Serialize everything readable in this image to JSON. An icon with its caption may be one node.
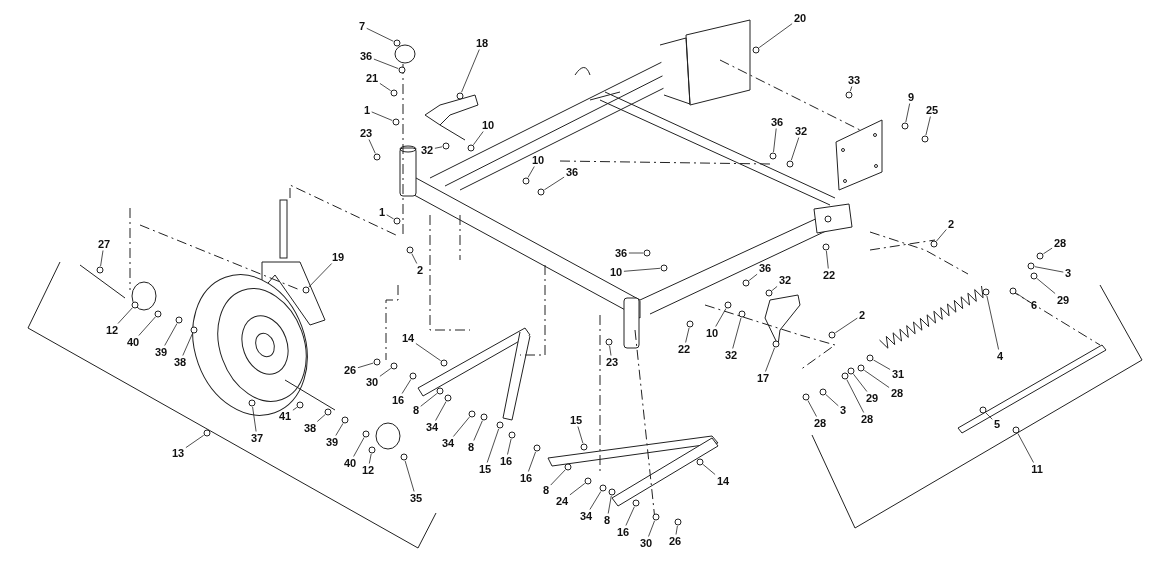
{
  "diagram": {
    "nodes": [
      {
        "text": [
          "7"
        ]
      },
      {
        "text": [
          "36"
        ]
      },
      {
        "text": [
          "21"
        ]
      },
      {
        "text": [
          "1"
        ]
      },
      {
        "text": [
          "23"
        ]
      },
      {
        "text": [
          "18"
        ]
      },
      {
        "text": [
          "32"
        ]
      },
      {
        "text": [
          "10"
        ]
      },
      {
        "text": [
          "10"
        ]
      },
      {
        "text": [
          "36"
        ]
      },
      {
        "text": [
          "1"
        ]
      },
      {
        "text": [
          "2"
        ]
      },
      {
        "text": [
          "20"
        ]
      },
      {
        "text": [
          "33"
        ]
      },
      {
        "text": [
          "9"
        ]
      },
      {
        "text": [
          "25"
        ]
      },
      {
        "text": [
          "36"
        ]
      },
      {
        "text": [
          "32"
        ]
      },
      {
        "text": [
          "2"
        ]
      },
      {
        "text": [
          "28"
        ]
      },
      {
        "text": [
          "3"
        ]
      },
      {
        "text": [
          "29"
        ]
      },
      {
        "text": [
          "6"
        ]
      },
      {
        "text": [
          "36"
        ]
      },
      {
        "text": [
          "10"
        ]
      },
      {
        "text": [
          "36"
        ]
      },
      {
        "text": [
          "32"
        ]
      },
      {
        "text": [
          "22"
        ]
      },
      {
        "text": [
          "27"
        ]
      },
      {
        "text": [
          "19"
        ]
      },
      {
        "text": [
          "12"
        ]
      },
      {
        "text": [
          "40"
        ]
      },
      {
        "text": [
          "39"
        ]
      },
      {
        "text": [
          "38"
        ]
      },
      {
        "text": [
          "37"
        ]
      },
      {
        "text": [
          "41"
        ]
      },
      {
        "text": [
          "38"
        ]
      },
      {
        "text": [
          "39"
        ]
      },
      {
        "text": [
          "40"
        ]
      },
      {
        "text": [
          "12"
        ]
      },
      {
        "text": [
          "13"
        ]
      },
      {
        "text": [
          "35"
        ]
      },
      {
        "text": [
          "26"
        ]
      },
      {
        "text": [
          "30"
        ]
      },
      {
        "text": [
          "14"
        ]
      },
      {
        "text": [
          "16"
        ]
      },
      {
        "text": [
          "8"
        ]
      },
      {
        "text": [
          "34"
        ]
      },
      {
        "text": [
          "34"
        ]
      },
      {
        "text": [
          "8"
        ]
      },
      {
        "text": [
          "15"
        ]
      },
      {
        "text": [
          "16"
        ]
      },
      {
        "text": [
          "16"
        ]
      },
      {
        "text": [
          "15"
        ]
      },
      {
        "text": [
          "8"
        ]
      },
      {
        "text": [
          "24"
        ]
      },
      {
        "text": [
          "34"
        ]
      },
      {
        "text": [
          "8"
        ]
      },
      {
        "text": [
          "16"
        ]
      },
      {
        "text": [
          "30"
        ]
      },
      {
        "text": [
          "26"
        ]
      },
      {
        "text": [
          "14"
        ]
      },
      {
        "text": [
          "23"
        ]
      },
      {
        "text": [
          "22"
        ]
      },
      {
        "text": [
          "10"
        ]
      },
      {
        "text": [
          "32"
        ]
      },
      {
        "text": [
          "17"
        ]
      },
      {
        "text": [
          "2"
        ]
      },
      {
        "text": [
          "4"
        ]
      },
      {
        "text": [
          "31"
        ]
      },
      {
        "text": [
          "28"
        ]
      },
      {
        "text": [
          "29"
        ]
      },
      {
        "text": [
          "28"
        ]
      },
      {
        "text": [
          "3"
        ]
      },
      {
        "text": [
          "28"
        ]
      },
      {
        "text": [
          "5"
        ]
      },
      {
        "text": [
          "11"
        ]
      },
      {
        "text": [],
        "shape": "circle"
      },
      {
        "text": [],
        "shape": "circle"
      },
      {
        "text": [],
        "shape": "circle"
      },
      {
        "text": [],
        "shape": "circle"
      },
      {
        "text": [],
        "shape": "circle"
      },
      {
        "text": [],
        "shape": "circle"
      },
      {
        "text": [],
        "shape": "circle"
      },
      {
        "text": [],
        "shape": "circle"
      },
      {
        "text": [],
        "shape": "circle"
      },
      {
        "text": [],
        "shape": "circle"
      },
      {
        "text": [],
        "shape": "circle"
      },
      {
        "text": [],
        "shape": "circle"
      },
      {
        "text": [],
        "shape": "circle"
      },
      {
        "text": [],
        "shape": "circle"
      },
      {
        "text": [],
        "shape": "circle"
      },
      {
        "text": [],
        "shape": "circle"
      },
      {
        "text": [],
        "shape": "circle"
      },
      {
        "text": [],
        "shape": "circle"
      },
      {
        "text": [],
        "shape": "circle"
      },
      {
        "text": [],
        "shape": "circle"
      },
      {
        "text": [],
        "shape": "circle"
      },
      {
        "text": [],
        "shape": "circle"
      },
      {
        "text": [],
        "shape": "circle"
      },
      {
        "text": [],
        "shape": "circle"
      },
      {
        "text": [],
        "shape": "circle"
      },
      {
        "text": [],
        "shape": "circle"
      },
      {
        "text": [],
        "shape": "circle"
      },
      {
        "text": [],
        "shape": "circle"
      },
      {
        "text": [],
        "shape": "circle"
      },
      {
        "text": [],
        "shape": "circle"
      },
      {
        "text": [],
        "shape": "circle"
      },
      {
        "text": [],
        "shape": "circle"
      },
      {
        "text": [],
        "shape": "circle"
      },
      {
        "text": [],
        "shape": "circle"
      },
      {
        "text": [],
        "shape": "circle"
      },
      {
        "text": [],
        "shape": "circle"
      },
      {
        "text": [],
        "shape": "circle"
      },
      {
        "text": [],
        "shape": "circle"
      },
      {
        "text": [],
        "shape": "circle"
      },
      {
        "text": [],
        "shape": "circle"
      },
      {
        "text": [],
        "shape": "circle"
      },
      {
        "text": [],
        "shape": "circle"
      },
      {
        "text": [],
        "shape": "circle"
      },
      {
        "text": [],
        "shape": "circle"
      },
      {
        "text": [],
        "shape": "circle"
      },
      {
        "text": [],
        "shape": "circle"
      },
      {
        "text": [],
        "shape": "circle"
      },
      {
        "text": [],
        "shape": "circle"
      },
      {
        "text": [],
        "shape": "circle"
      },
      {
        "text": [],
        "shape": "circle"
      },
      {
        "text": [],
        "shape": "circle"
      },
      {
        "text": [],
        "shape": "circle"
      },
      {
        "text": [],
        "shape": "circle"
      },
      {
        "text": [],
        "shape": "circle"
      },
      {
        "text": [],
        "shape": "circle"
      },
      {
        "text": [],
        "shape": "circle"
      },
      {
        "text": [],
        "shape": "circle"
      },
      {
        "text": [],
        "shape": "circle"
      },
      {
        "text": [],
        "shape": "circle"
      },
      {
        "text": [],
        "shape": "circle"
      },
      {
        "text": [],
        "shape": "circle"
      },
      {
        "text": [],
        "shape": "circle"
      },
      {
        "text": [],
        "shape": "circle"
      },
      {
        "text": [],
        "shape": "circle"
      },
      {
        "text": [],
        "shape": "circle"
      },
      {
        "text": [],
        "shape": "circle"
      },
      {
        "text": [],
        "shape": "circle"
      },
      {
        "text": [],
        "shape": "circle"
      },
      {
        "text": [],
        "shape": "circle"
      },
      {
        "text": [],
        "shape": "circle"
      },
      {
        "text": [],
        "shape": "circle"
      },
      {
        "text": [],
        "shape": "circle"
      },
      {
        "text": [],
        "shape": "circle"
      },
      {
        "text": [],
        "shape": "circle"
      },
      {
        "text": [],
        "shape": "circle"
      },
      {
        "text": [],
        "shape": "circle"
      },
      {
        "text": [],
        "shape": "circle"
      }
    ],
    "edges": [
      {
        "from": 0,
        "to": 77,
        "arrow": "none"
      },
      {
        "from": 1,
        "to": 78,
        "arrow": "none"
      },
      {
        "from": 2,
        "to": 79,
        "arrow": "none"
      },
      {
        "from": 3,
        "to": 80,
        "arrow": "none"
      },
      {
        "from": 4,
        "to": 81,
        "arrow": "none"
      },
      {
        "from": 5,
        "to": 82,
        "arrow": "none"
      },
      {
        "from": 6,
        "to": 83,
        "arrow": "none"
      },
      {
        "from": 7,
        "to": 84,
        "arrow": "none"
      },
      {
        "from": 8,
        "to": 85,
        "arrow": "none"
      },
      {
        "from": 9,
        "to": 86,
        "arrow": "none"
      },
      {
        "from": 10,
        "to": 87,
        "arrow": "none"
      },
      {
        "from": 11,
        "to": 88,
        "arrow": "none"
      },
      {
        "from": 12,
        "to": 89,
        "arrow": "none"
      },
      {
        "from": 13,
        "to": 90,
        "arrow": "none"
      },
      {
        "from": 14,
        "to": 91,
        "arrow": "none"
      },
      {
        "from": 15,
        "to": 92,
        "arrow": "none"
      },
      {
        "from": 16,
        "to": 93,
        "arrow": "none"
      },
      {
        "from": 17,
        "to": 94,
        "arrow": "none"
      },
      {
        "from": 18,
        "to": 95,
        "arrow": "none"
      },
      {
        "from": 19,
        "to": 96,
        "arrow": "none"
      },
      {
        "from": 20,
        "to": 97,
        "arrow": "none"
      },
      {
        "from": 21,
        "to": 98,
        "arrow": "none"
      },
      {
        "from": 22,
        "to": 99,
        "arrow": "none"
      },
      {
        "from": 23,
        "to": 100,
        "arrow": "none"
      },
      {
        "from": 24,
        "to": 101,
        "arrow": "none"
      },
      {
        "from": 25,
        "to": 102,
        "arrow": "none"
      },
      {
        "from": 26,
        "to": 103,
        "arrow": "none"
      },
      {
        "from": 27,
        "to": 104,
        "arrow": "none"
      },
      {
        "from": 28,
        "to": 105,
        "arrow": "none"
      },
      {
        "from": 29,
        "to": 106,
        "arrow": "none"
      },
      {
        "from": 30,
        "to": 107,
        "arrow": "none"
      },
      {
        "from": 31,
        "to": 108,
        "arrow": "none"
      },
      {
        "from": 32,
        "to": 109,
        "arrow": "none"
      },
      {
        "from": 33,
        "to": 110,
        "arrow": "none"
      },
      {
        "from": 34,
        "to": 111,
        "arrow": "none"
      },
      {
        "from": 35,
        "to": 112,
        "arrow": "none"
      },
      {
        "from": 36,
        "to": 113,
        "arrow": "none"
      },
      {
        "from": 37,
        "to": 114,
        "arrow": "none"
      },
      {
        "from": 38,
        "to": 115,
        "arrow": "none"
      },
      {
        "from": 39,
        "to": 116,
        "arrow": "none"
      },
      {
        "from": 40,
        "to": 117,
        "arrow": "none"
      },
      {
        "from": 41,
        "to": 118,
        "arrow": "none"
      },
      {
        "from": 42,
        "to": 119,
        "arrow": "none"
      },
      {
        "from": 43,
        "to": 120,
        "arrow": "none"
      },
      {
        "from": 44,
        "to": 121,
        "arrow": "none"
      },
      {
        "from": 45,
        "to": 122,
        "arrow": "none"
      },
      {
        "from": 46,
        "to": 123,
        "arrow": "none"
      },
      {
        "from": 47,
        "to": 124,
        "arrow": "none"
      },
      {
        "from": 48,
        "to": 125,
        "arrow": "none"
      },
      {
        "from": 49,
        "to": 126,
        "arrow": "none"
      },
      {
        "from": 50,
        "to": 127,
        "arrow": "none"
      },
      {
        "from": 51,
        "to": 128,
        "arrow": "none"
      },
      {
        "from": 52,
        "to": 129,
        "arrow": "none"
      },
      {
        "from": 53,
        "to": 130,
        "arrow": "none"
      },
      {
        "from": 54,
        "to": 131,
        "arrow": "none"
      },
      {
        "from": 55,
        "to": 132,
        "arrow": "none"
      },
      {
        "from": 56,
        "to": 133,
        "arrow": "none"
      },
      {
        "from": 57,
        "to": 134,
        "arrow": "none"
      },
      {
        "from": 58,
        "to": 135,
        "arrow": "none"
      },
      {
        "from": 59,
        "to": 136,
        "arrow": "none"
      },
      {
        "from": 60,
        "to": 137,
        "arrow": "none"
      },
      {
        "from": 61,
        "to": 138,
        "arrow": "none"
      },
      {
        "from": 62,
        "to": 139,
        "arrow": "none"
      },
      {
        "from": 63,
        "to": 140,
        "arrow": "none"
      },
      {
        "from": 64,
        "to": 141,
        "arrow": "none"
      },
      {
        "from": 65,
        "to": 142,
        "arrow": "none"
      },
      {
        "from": 66,
        "to": 143,
        "arrow": "none"
      },
      {
        "from": 67,
        "to": 144,
        "arrow": "none"
      },
      {
        "from": 68,
        "to": 145,
        "arrow": "none"
      },
      {
        "from": 69,
        "to": 146,
        "arrow": "none"
      },
      {
        "from": 70,
        "to": 147,
        "arrow": "none"
      },
      {
        "from": 71,
        "to": 148,
        "arrow": "none"
      },
      {
        "from": 72,
        "to": 149,
        "arrow": "none"
      },
      {
        "from": 73,
        "to": 150,
        "arrow": "none"
      },
      {
        "from": 74,
        "to": 151,
        "arrow": "none"
      },
      {
        "from": 75,
        "to": 152,
        "arrow": "none"
      },
      {
        "from": 76,
        "to": 153,
        "arrow": "none"
      }
    ]
  }
}
